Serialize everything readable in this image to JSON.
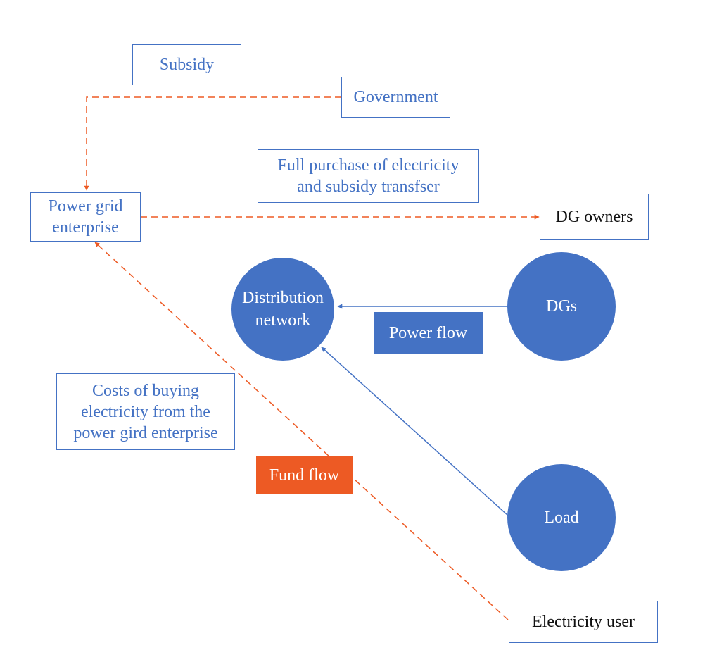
{
  "colors": {
    "blue": "#4472c4",
    "orange": "#ed5a24"
  },
  "nodes": {
    "subsidy": "Subsidy",
    "government": "Government",
    "full_purchase": [
      "Full purchase of electricity",
      "and subsidy transfser"
    ],
    "power_grid": [
      "Power grid",
      "enterprise"
    ],
    "dg_owners": "DG owners",
    "distribution_network": [
      "Distribution",
      "network"
    ],
    "dgs": "DGs",
    "power_flow": "Power flow",
    "costs": [
      "Costs of buying",
      "electricity from the",
      "power gird enterprise"
    ],
    "fund_flow": "Fund flow",
    "load": "Load",
    "electricity_user": "Electricity user"
  }
}
